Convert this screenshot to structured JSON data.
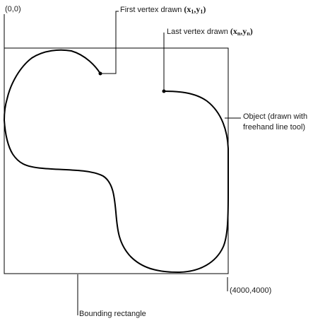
{
  "origin_label": "(0,0)",
  "corner_label": "(4000,4000)",
  "first_vertex": {
    "label": "First vertex drawn",
    "x": "x",
    "x_sub": "1",
    "y": "y",
    "y_sub": "1"
  },
  "last_vertex": {
    "label": "Last vertex drawn",
    "x": "x",
    "x_sub": "n",
    "y": "y",
    "y_sub": "n"
  },
  "object_label": {
    "line1": "Object (drawn with",
    "line2": "freehand line tool)"
  },
  "bounding_label": "Bounding rectangle"
}
